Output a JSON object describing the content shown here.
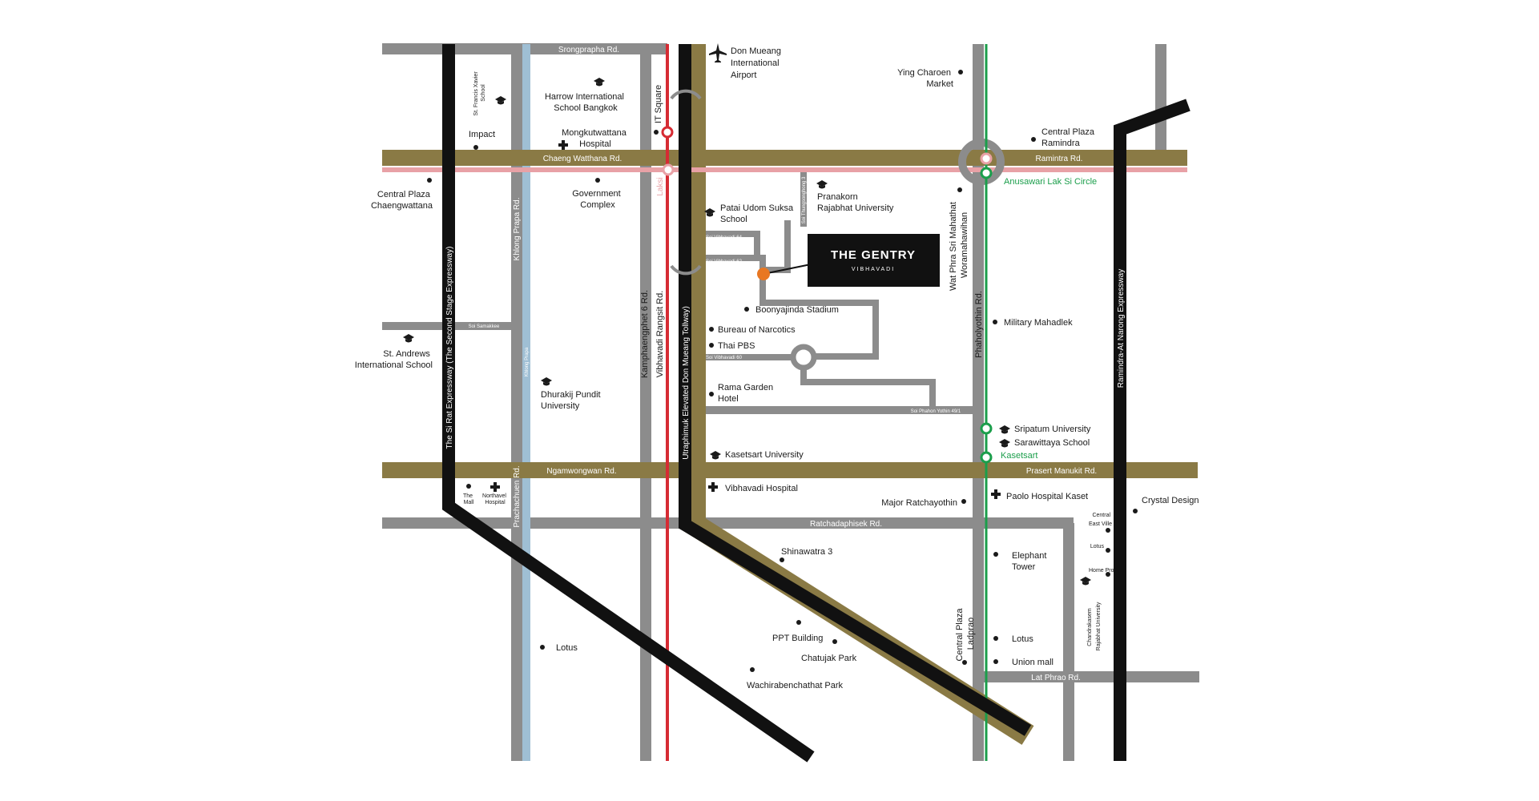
{
  "colors": {
    "road_gray": "#8c8c8c",
    "road_gold": "#8a7a45",
    "expressway": "#111111",
    "bts_green": "#1b9e4b",
    "red_line": "#d62b33",
    "pink_line": "#e8a1a6",
    "canal_blue": "#9fbfd4",
    "marker_orange": "#e87722",
    "project_box": "#111111"
  },
  "project": {
    "name": "THE GENTRY",
    "sub": "VIBHAVADI"
  },
  "roads": {
    "srongprapha": "Srongprapha Rd.",
    "chaeng_watthana": "Chaeng Watthana Rd.",
    "ramintra": "Ramintra Rd.",
    "ngamwongwan": "Ngamwongwan Rd.",
    "prasert_manukit": "Prasert Manukit Rd.",
    "ratchadaphisek": "Ratchadaphisek Rd.",
    "lat_phrao": "Lat Phrao Rd.",
    "si_rat": "The Si Rat Expressway (The Second Stage Expressway)",
    "khlong_prapa_rd": "Khlong Prapa Rd.",
    "prachachuen": "Prachachuen Rd.",
    "kamphaengphet": "Kamphaengphet 6 Rd.",
    "vibhavadi": "Vibhavadi Rangsit Rd.",
    "tollway": "Utraphimuk Elevated Don Mueang Tollway)",
    "phaholyothin": "Phaholyothin Rd.",
    "ramintra_expressway": "Ramindra-At Narong Expressway",
    "soi_samakkee": "Soi Samakkee",
    "soi_phahon": "Soi Phahon Yothin 49/1",
    "soi_v64": "Soi Vibhavadi 64",
    "soi_v62": "Soi Vibhavadi 62",
    "soi_v60": "Soi Vibhavadi 60",
    "soi_thungsonghong": "Soi Thungsonghong 3",
    "khlong_prapa": "Khlong Prapa",
    "laksi": "Laksi"
  },
  "stations": {
    "anusawari": "Anusawari Lak Si Circle",
    "kasetsart": "Kasetsart"
  },
  "places": {
    "don_mueang": [
      "Don Mueang",
      "International",
      "Airport"
    ],
    "ying_charoen": [
      "Ying Charoen",
      "Market"
    ],
    "harrow": [
      "Harrow International",
      "School Bangkok"
    ],
    "st_francis": [
      "St. Francis Xavier",
      "School"
    ],
    "impact": "Impact",
    "mongkutwattana": [
      "Mongkutwattana",
      "Hospital"
    ],
    "it_square": "IT Square",
    "central_ramindra": [
      "Central Plaza",
      "Ramindra"
    ],
    "central_chaeng": [
      "Central Plaza",
      "Chaengwattana"
    ],
    "government": [
      "Government",
      "Complex"
    ],
    "patai": [
      "Patai Udom Suksa",
      "School"
    ],
    "pranakorn": [
      "Pranakorn",
      "Rajabhat University"
    ],
    "wat_phra": [
      "Wat Phra Sri Mahathat",
      "Woramahawihan"
    ],
    "boonyajinda": "Boonyajinda Stadium",
    "narcotics": "Bureau of Narcotics",
    "thai_pbs": "Thai PBS",
    "military": "Military Mahadlek",
    "st_andrews": [
      "St. Andrews",
      "International School"
    ],
    "dhurakij": [
      "Dhurakij Pundit",
      "University"
    ],
    "rama_garden": [
      "Rama Garden",
      "Hotel"
    ],
    "sripatum": "Sripatum University",
    "sarawittaya": "Sarawittaya School",
    "kasetsart_u": "Kasetsart University",
    "the_mall": [
      "The",
      "Mall"
    ],
    "northaven": [
      "Northavel",
      "Hospital"
    ],
    "vibhavadi_hosp": "Vibhavadi Hospital",
    "major": "Major Ratchayothin",
    "paolo": "Paolo Hospital Kaset",
    "central_east": [
      "Central",
      "East Ville"
    ],
    "crystal": "Crystal Design",
    "lotus_east": "Lotus",
    "home_pro": "Home Pro",
    "shinawatra": "Shinawatra 3",
    "elephant": [
      "Elephant",
      "Tower"
    ],
    "chandrakasem": [
      "Chandrakasem",
      "Rajabhat University"
    ],
    "ppt": "PPT Building",
    "chatujak": "Chatujak Park",
    "central_ladprao": [
      "Central Plaza",
      "Ladprao"
    ],
    "lotus_ladprao": "Lotus",
    "union": "Union mall",
    "lotus_west": "Lotus",
    "wachira": "Wachirabenchathat Park"
  }
}
